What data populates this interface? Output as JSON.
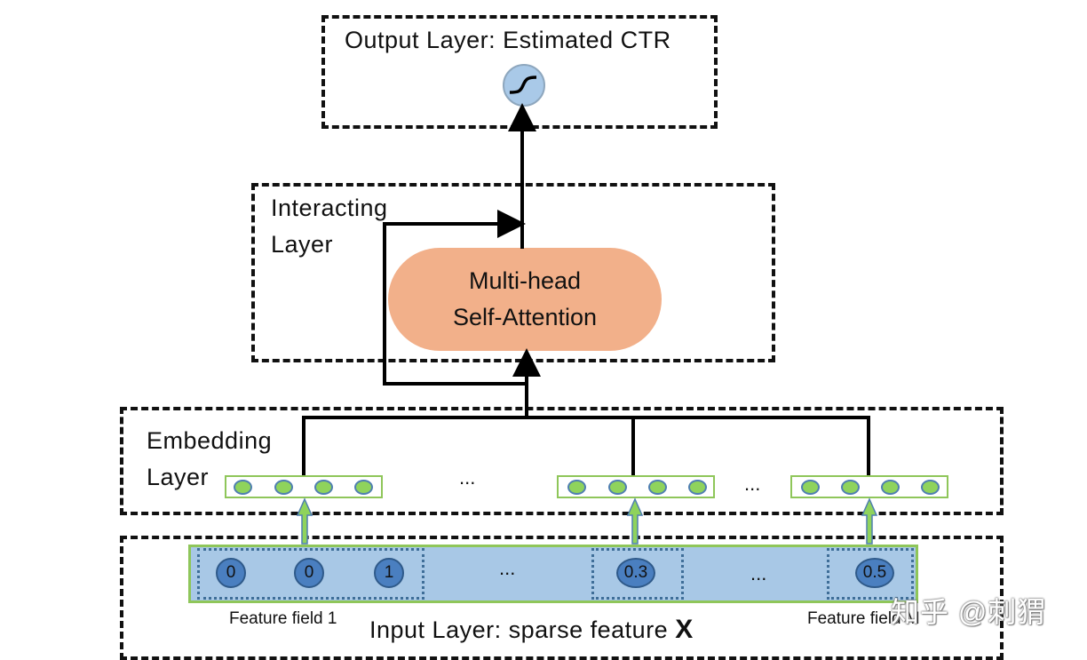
{
  "output_layer": {
    "title": "Output Layer: Estimated CTR"
  },
  "interacting_layer": {
    "title_line1": "Interacting",
    "title_line2": "Layer"
  },
  "attention_block": {
    "line1": "Multi-head",
    "line2": "Self-Attention"
  },
  "embedding_layer": {
    "title_line1": "Embedding",
    "title_line2": "Layer",
    "ellipsis_1": "...",
    "ellipsis_2": "..."
  },
  "input_layer": {
    "title_prefix": "Input Layer: sparse feature",
    "title_symbol": "X",
    "nodes": [
      "0",
      "0",
      "1",
      "0.3",
      "0.5"
    ],
    "ellipsis_1": "...",
    "ellipsis_2": "...",
    "field_label_first": "Feature field 1",
    "field_label_last": "Feature field M"
  },
  "watermark": "知乎 @刺猬",
  "colors": {
    "attention_fill": "#f2b08a",
    "input_bar_fill": "#a8c8e6",
    "embedding_dot": "#8fd35c",
    "input_node": "#4a7fc0",
    "sigmoid_fill": "#a9c9e8",
    "embedding_border": "#8fc65a"
  },
  "icons": {
    "output_unit": "sigmoid-icon"
  }
}
